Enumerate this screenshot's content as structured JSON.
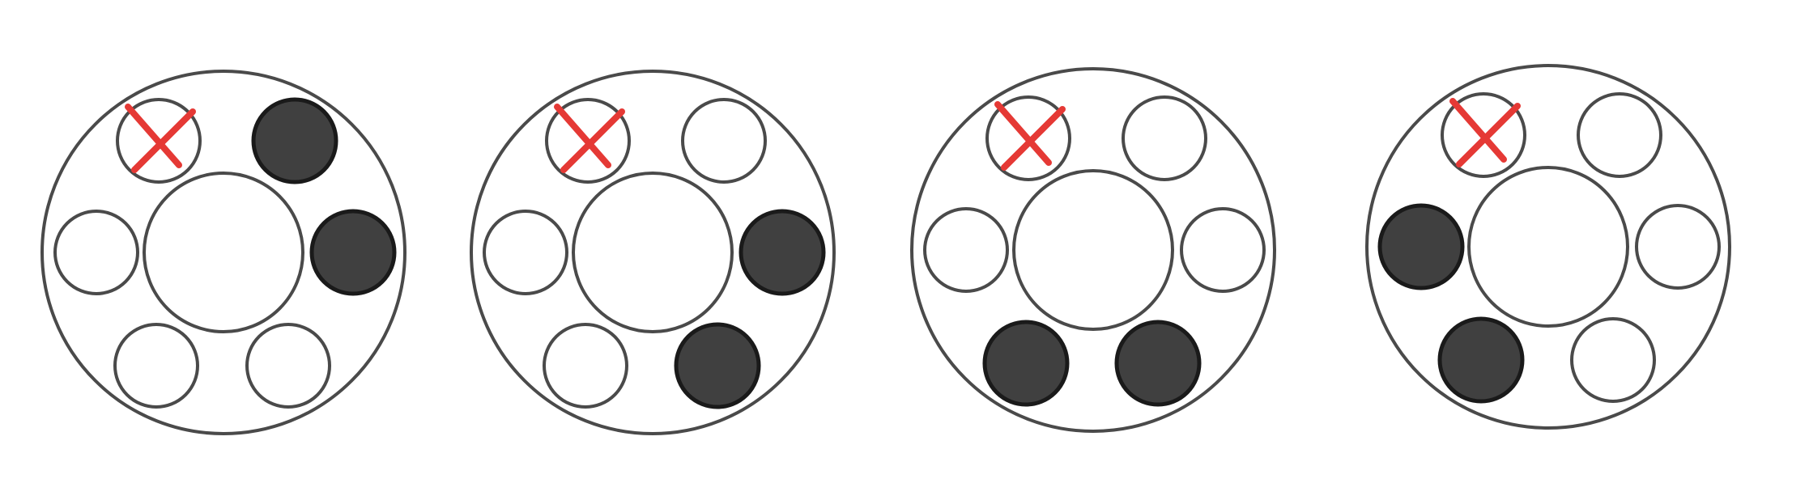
{
  "colors": {
    "background": "#ffffff",
    "outline": "#4a4a4a",
    "filled_hole": "#404040",
    "filled_rim": "#1a1a1a",
    "cross": "#e53935"
  },
  "hole_order": [
    "top-left",
    "top-right",
    "right",
    "bottom-right",
    "bottom-left",
    "left"
  ],
  "wheels": [
    {
      "id": "wheel-1",
      "holes": [
        {
          "position": "top-left",
          "state": "crossed"
        },
        {
          "position": "top-right",
          "state": "filled"
        },
        {
          "position": "right",
          "state": "filled"
        },
        {
          "position": "bottom-right",
          "state": "empty"
        },
        {
          "position": "bottom-left",
          "state": "empty"
        },
        {
          "position": "left",
          "state": "empty"
        }
      ]
    },
    {
      "id": "wheel-2",
      "holes": [
        {
          "position": "top-left",
          "state": "crossed"
        },
        {
          "position": "top-right",
          "state": "empty"
        },
        {
          "position": "right",
          "state": "filled"
        },
        {
          "position": "bottom-right",
          "state": "filled"
        },
        {
          "position": "bottom-left",
          "state": "empty"
        },
        {
          "position": "left",
          "state": "empty"
        }
      ]
    },
    {
      "id": "wheel-3",
      "holes": [
        {
          "position": "top-left",
          "state": "crossed"
        },
        {
          "position": "top-right",
          "state": "empty"
        },
        {
          "position": "right",
          "state": "empty"
        },
        {
          "position": "bottom-right",
          "state": "filled"
        },
        {
          "position": "bottom-left",
          "state": "filled"
        },
        {
          "position": "left",
          "state": "empty"
        }
      ]
    },
    {
      "id": "wheel-4",
      "holes": [
        {
          "position": "top-left",
          "state": "crossed"
        },
        {
          "position": "top-right",
          "state": "empty"
        },
        {
          "position": "right",
          "state": "empty"
        },
        {
          "position": "bottom-right",
          "state": "empty"
        },
        {
          "position": "bottom-left",
          "state": "filled"
        },
        {
          "position": "left",
          "state": "filled"
        }
      ]
    }
  ]
}
